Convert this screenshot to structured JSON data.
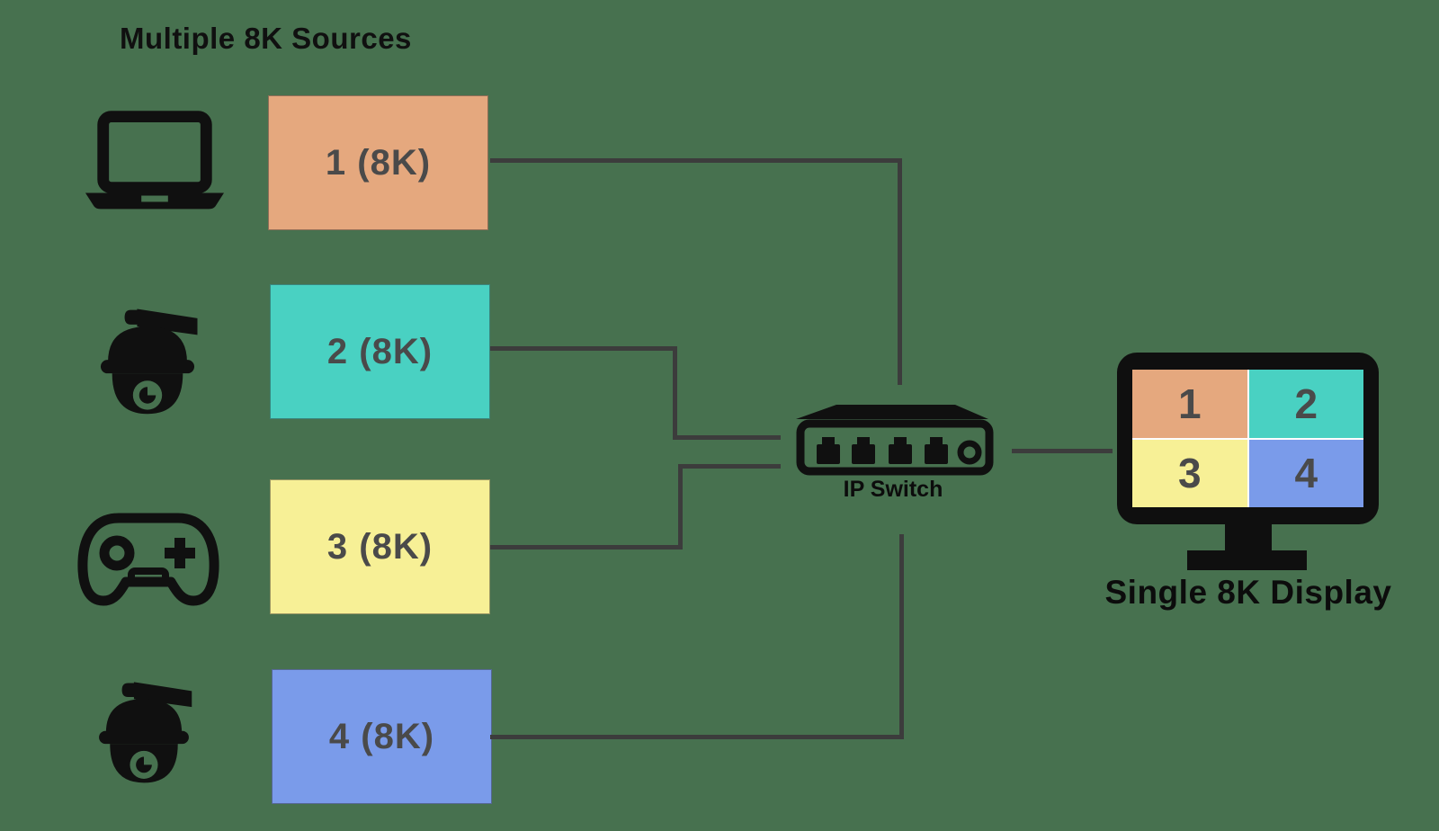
{
  "title": "Multiple 8K Sources",
  "sources": [
    {
      "label": "1 (8K)",
      "color": "#E5A87E",
      "icon": "laptop-icon"
    },
    {
      "label": "2 (8K)",
      "color": "#49D1C2",
      "icon": "dome-camera-icon"
    },
    {
      "label": "3 (8K)",
      "color": "#F7F096",
      "icon": "game-controller-icon"
    },
    {
      "label": "4 (8K)",
      "color": "#7A9BEA",
      "icon": "dome-camera-icon"
    }
  ],
  "switch": {
    "label": "IP Switch"
  },
  "display": {
    "label": "Single 8K Display",
    "quadrants": [
      {
        "label": "1",
        "color": "#E5A87E"
      },
      {
        "label": "2",
        "color": "#49D1C2"
      },
      {
        "label": "3",
        "color": "#F7F096"
      },
      {
        "label": "4",
        "color": "#7A9BEA"
      }
    ]
  },
  "colors": {
    "background": "#47714F",
    "line": "#3C3C3C",
    "box_text": "#4A4A4A",
    "label_text": "#0C0C0C"
  }
}
